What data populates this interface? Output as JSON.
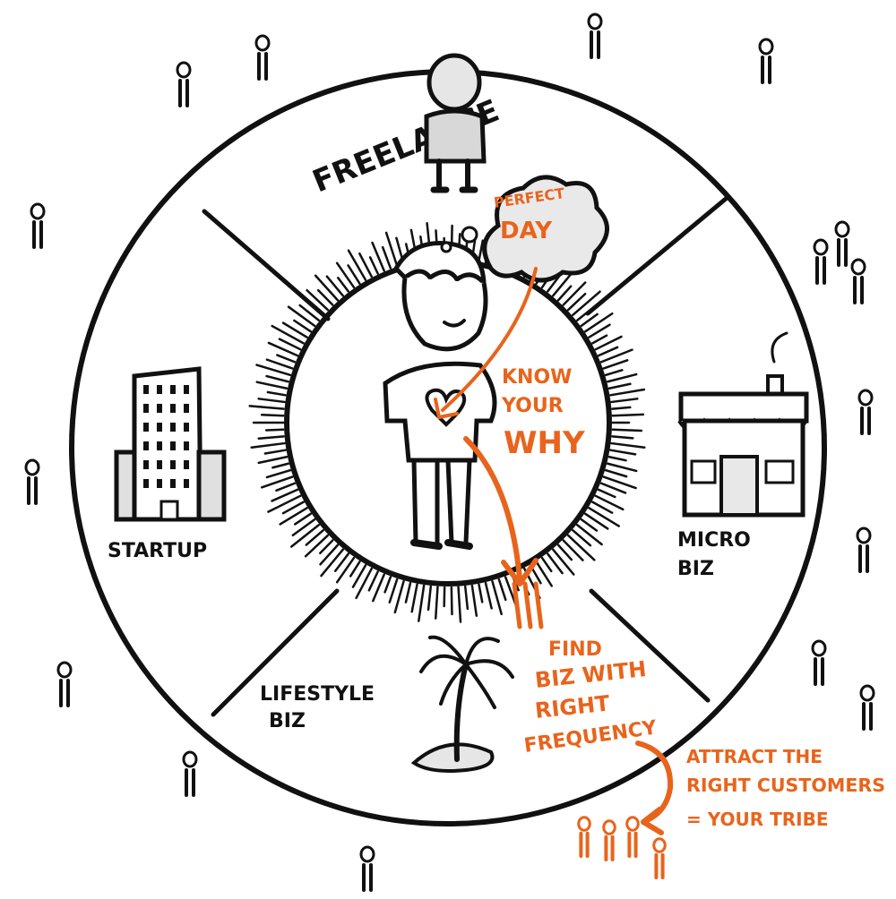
{
  "colors": {
    "ink": "#111111",
    "accent": "#e8641c",
    "shade": "#cfcfcf",
    "paper": "#ffffff"
  },
  "segments": {
    "freelance": "FREELANCE",
    "startup": "STARTUP",
    "micro_biz_line1": "MICRO",
    "micro_biz_line2": "BIZ",
    "lifestyle_biz_line1": "LIFESTYLE",
    "lifestyle_biz_line2": "BIZ"
  },
  "center": {
    "thought_line1": "PERFECT",
    "thought_line2": "DAY",
    "why_line1": "KNOW",
    "why_line2": "YOUR",
    "why_line3": "WHY"
  },
  "frequency": {
    "line1": "FIND",
    "line2": "BIZ WITH",
    "line3": "RIGHT",
    "line4": "FREQUENCY"
  },
  "tribe": {
    "line1": "ATTRACT THE",
    "line2": "RIGHT CUSTOMERS",
    "line3": "= YOUR TRIBE"
  },
  "icons": {
    "freelancer": "person-standing-icon",
    "startup": "office-building-icon",
    "micro_biz": "shop-storefront-icon",
    "lifestyle": "palm-tree-island-icon",
    "central_person": "person-with-heart-icon",
    "thought_cloud": "thought-cloud-icon",
    "crowd": "stick-person-icon"
  }
}
